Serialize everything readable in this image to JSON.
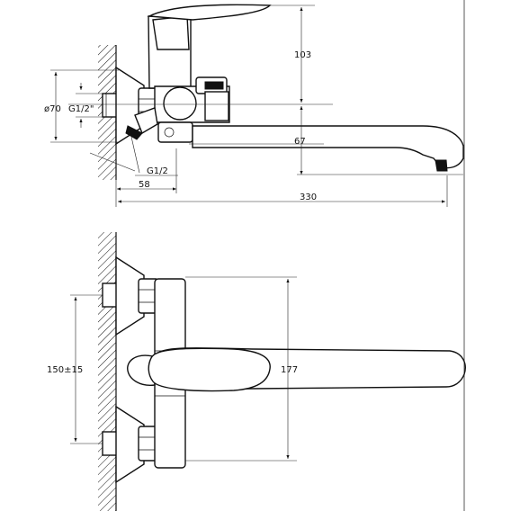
{
  "dimensions": {
    "top_height": "103",
    "spout_height": "67",
    "flange_diameter": "ø70",
    "inlet_thread": "G1/2\"",
    "hose_thread": "G1/2",
    "wall_offset": "58",
    "spout_length": "330",
    "center_distance": "150±15",
    "body_height": "177"
  }
}
